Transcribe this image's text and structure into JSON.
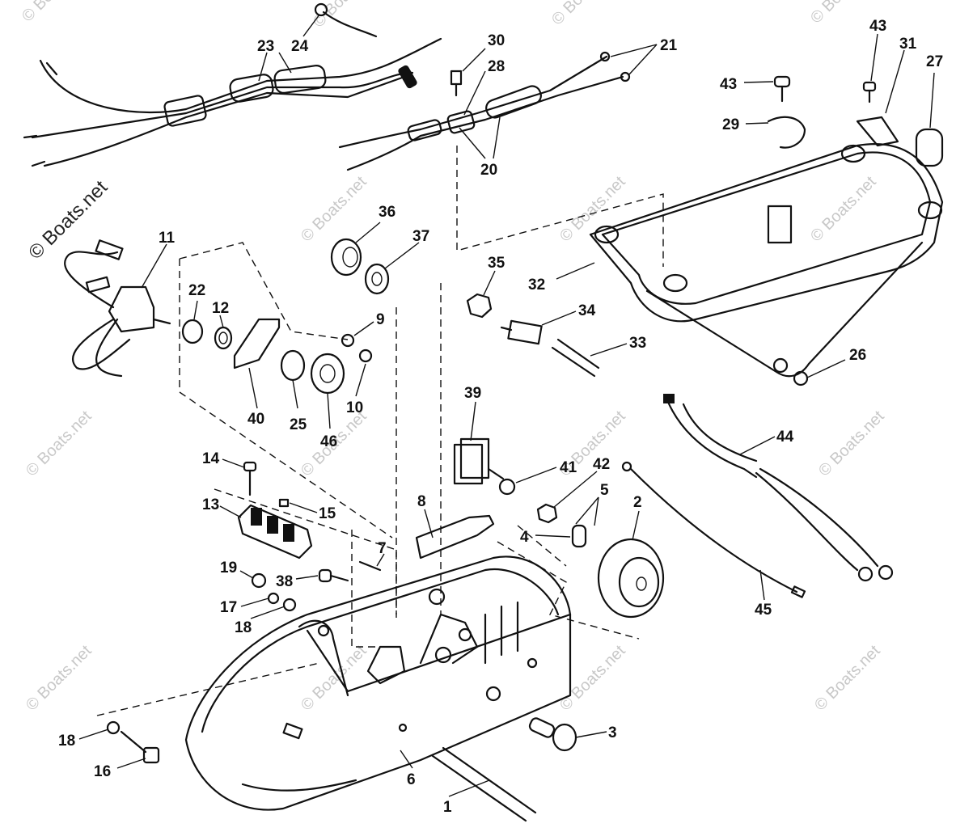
{
  "diagram": {
    "watermark_text": "© Boats.net",
    "callouts": [
      {
        "id": "c1",
        "label": "1"
      },
      {
        "id": "c2",
        "label": "2"
      },
      {
        "id": "c3",
        "label": "3"
      },
      {
        "id": "c4",
        "label": "4"
      },
      {
        "id": "c5",
        "label": "5"
      },
      {
        "id": "c6",
        "label": "6"
      },
      {
        "id": "c7",
        "label": "7"
      },
      {
        "id": "c8",
        "label": "8"
      },
      {
        "id": "c9",
        "label": "9"
      },
      {
        "id": "c10",
        "label": "10"
      },
      {
        "id": "c11",
        "label": "11"
      },
      {
        "id": "c12",
        "label": "12"
      },
      {
        "id": "c13",
        "label": "13"
      },
      {
        "id": "c14",
        "label": "14"
      },
      {
        "id": "c15",
        "label": "15"
      },
      {
        "id": "c16",
        "label": "16"
      },
      {
        "id": "c17",
        "label": "17"
      },
      {
        "id": "c18a",
        "label": "18"
      },
      {
        "id": "c18b",
        "label": "18"
      },
      {
        "id": "c19",
        "label": "19"
      },
      {
        "id": "c20",
        "label": "20"
      },
      {
        "id": "c21",
        "label": "21"
      },
      {
        "id": "c22",
        "label": "22"
      },
      {
        "id": "c23",
        "label": "23"
      },
      {
        "id": "c24",
        "label": "24"
      },
      {
        "id": "c25",
        "label": "25"
      },
      {
        "id": "c26",
        "label": "26"
      },
      {
        "id": "c27",
        "label": "27"
      },
      {
        "id": "c28",
        "label": "28"
      },
      {
        "id": "c29",
        "label": "29"
      },
      {
        "id": "c30",
        "label": "30"
      },
      {
        "id": "c31",
        "label": "31"
      },
      {
        "id": "c32",
        "label": "32"
      },
      {
        "id": "c33",
        "label": "33"
      },
      {
        "id": "c34",
        "label": "34"
      },
      {
        "id": "c35",
        "label": "35"
      },
      {
        "id": "c36",
        "label": "36"
      },
      {
        "id": "c37",
        "label": "37"
      },
      {
        "id": "c38",
        "label": "38"
      },
      {
        "id": "c39",
        "label": "39"
      },
      {
        "id": "c40",
        "label": "40"
      },
      {
        "id": "c41",
        "label": "41"
      },
      {
        "id": "c42",
        "label": "42"
      },
      {
        "id": "c43a",
        "label": "43"
      },
      {
        "id": "c43b",
        "label": "43"
      },
      {
        "id": "c44",
        "label": "44"
      },
      {
        "id": "c45",
        "label": "45"
      },
      {
        "id": "c46",
        "label": "46"
      }
    ]
  }
}
